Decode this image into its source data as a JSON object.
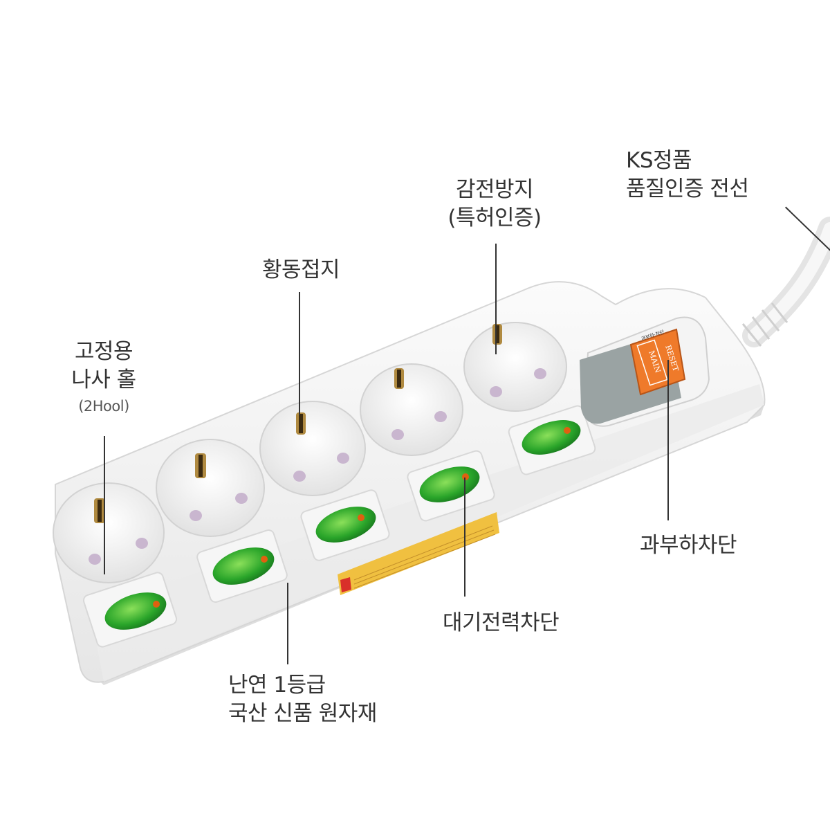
{
  "labels": {
    "fixing_hole": {
      "line1": "고정용",
      "line2": "나사 홀",
      "sub": "(2Hool)"
    },
    "brass_ground": {
      "line1": "황동접지"
    },
    "shock_prevention": {
      "line1": "감전방지",
      "line2": "(특허인증)"
    },
    "ks_cable": {
      "line1": "KS정품",
      "line2": "품질인증 전선"
    },
    "overload_cut": {
      "line1": "과부하차단"
    },
    "standby_cut": {
      "line1": "대기전력차단"
    },
    "flame_retardant": {
      "line1": "난연 1등급",
      "line2": "국산 신품 원자재"
    }
  },
  "breaker_labels": {
    "reset": "RESET",
    "main": "MAIN",
    "small": "과부하·차단"
  },
  "colors": {
    "body": "#f2f2f2",
    "switch_green": "#2aa52a",
    "switch_lamp": "#e06010",
    "breaker_orange": "#ef7a2a",
    "breaker_cover": "#9aa3a3",
    "pin_hole": "#c9b6cf",
    "ground_pin": "#b08a40",
    "warning_sticker": "#f0c040"
  }
}
